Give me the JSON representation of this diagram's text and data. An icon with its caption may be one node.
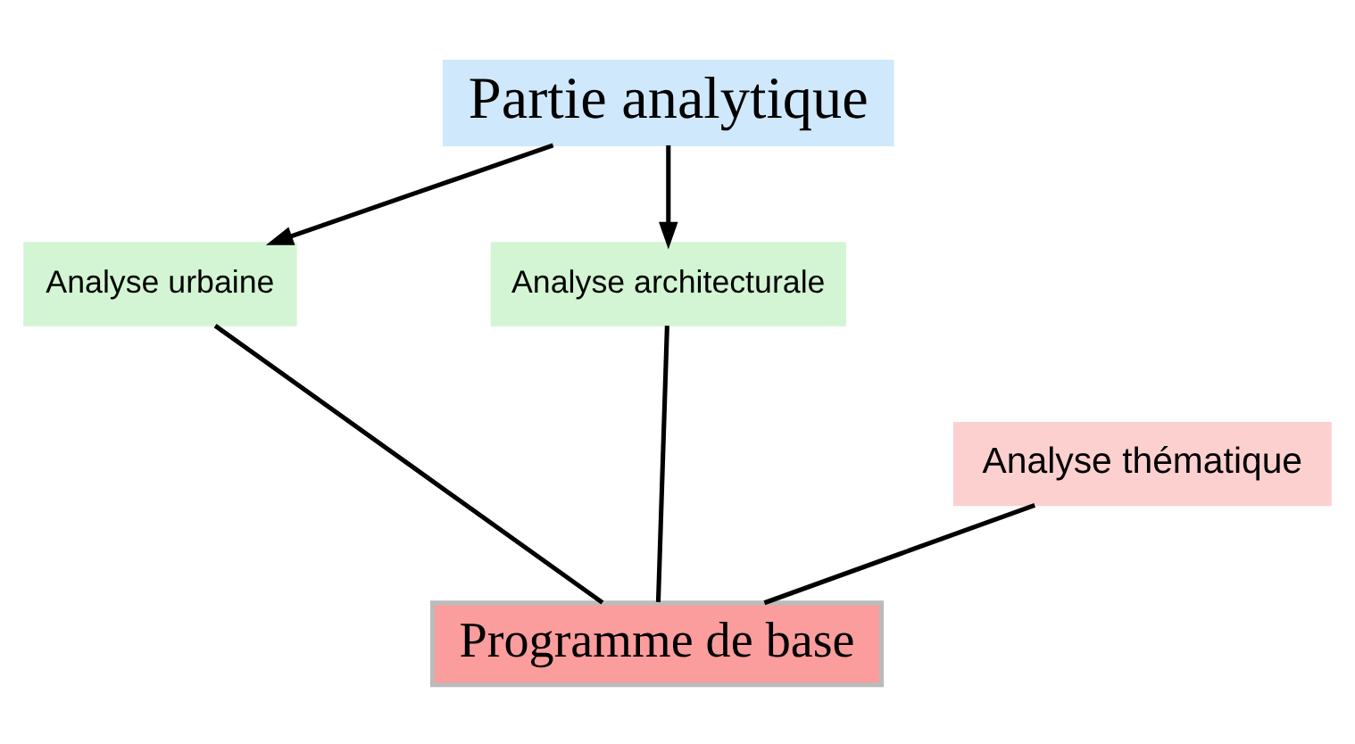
{
  "diagram": {
    "nodes": [
      {
        "text": [
          "Partie analytique"
        ]
      },
      {
        "text": [
          "Analyse urbaine"
        ]
      },
      {
        "text": [
          "Analyse architecturale"
        ]
      },
      {
        "text": [
          "Analyse thématique"
        ]
      },
      {
        "text": [
          "Programme de base"
        ]
      }
    ],
    "edges": [
      {
        "from": 0,
        "to": 1,
        "arrow": "to"
      },
      {
        "from": 0,
        "to": 2,
        "arrow": "to"
      },
      {
        "from": 1,
        "to": 4,
        "arrow": "none"
      },
      {
        "from": 3,
        "to": 4,
        "arrow": "none"
      },
      {
        "from": 2,
        "to": 4,
        "arrow": "none"
      }
    ]
  }
}
